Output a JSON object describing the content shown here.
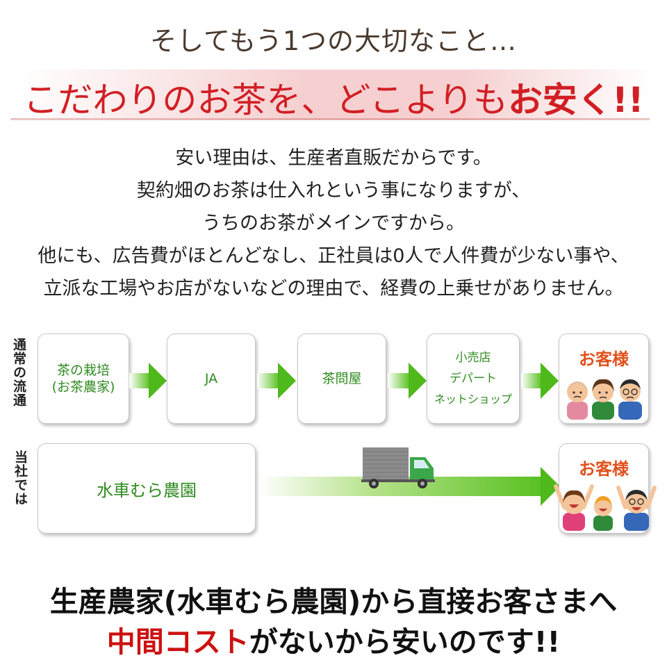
{
  "lead": "そしてもう1つの大切なこと…",
  "headline": {
    "part1": "こだわりのお茶を、どこよりも",
    "part2": "お安く",
    "part3": "!!"
  },
  "reasons": [
    "安い理由は、生産者直販だからです。",
    "契約畑のお茶は仕入れという事になりますが、",
    "うちのお茶がメインですから。",
    "他にも、広告費がほとんどなし、正社員は0人で人件費が少ない事や、",
    "立派な工場やお店がないなどの理由で、経費の上乗せがありません。"
  ],
  "normal_flow": {
    "side_label": "通常の流通",
    "steps": [
      {
        "lines": [
          "茶の栽培",
          "(お茶農家)"
        ]
      },
      {
        "lines": [
          "JA"
        ]
      },
      {
        "lines": [
          "茶問屋"
        ]
      },
      {
        "lines": [
          "小売店",
          "デパート",
          "ネットショップ"
        ]
      }
    ],
    "customer": "お客様"
  },
  "our_flow": {
    "side_label": "当社では",
    "farm": "水車むら農園",
    "customer": "お客様"
  },
  "conclusion": {
    "line1": "生産農家(水車むら農園)から直接お客さまへ",
    "line2_red": "中間コスト",
    "line2_rest": "がないから安いのです!!"
  },
  "colors": {
    "headline_red": "#d11f24",
    "card_text_green": "#2f8a1f",
    "customer_orange": "#e0511d",
    "arrow_green": "#4fb81a",
    "conclusion_red": "#cc1111"
  }
}
